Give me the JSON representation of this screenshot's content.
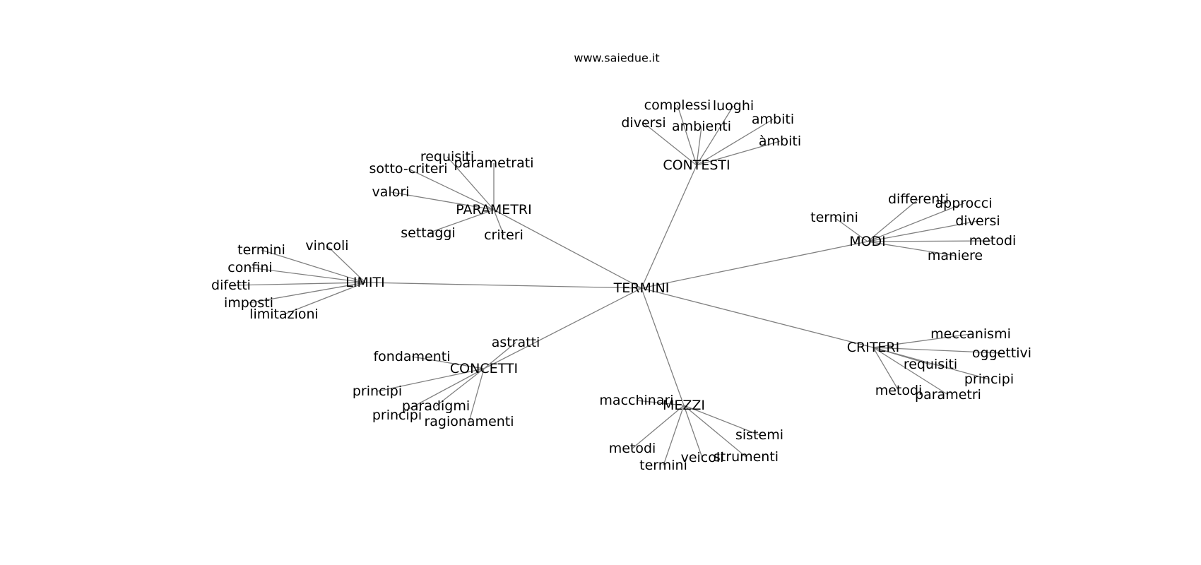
{
  "header": {
    "site": "www.saiedue.it"
  },
  "center": "TERMINI",
  "groups": [
    {
      "key": "contesti",
      "label": "CONTESTI",
      "words": [
        "complessi",
        "luoghi",
        "diversi",
        "ambienti",
        "ambiti",
        "àmbiti"
      ]
    },
    {
      "key": "parametri",
      "label": "PARAMETRI",
      "words": [
        "requisiti",
        "parametrati",
        "sotto-criteri",
        "valori",
        "settaggi",
        "criteri"
      ]
    },
    {
      "key": "modi",
      "label": "MODI",
      "words": [
        "differenti",
        "approcci",
        "termini",
        "diversi",
        "metodi",
        "maniere"
      ]
    },
    {
      "key": "limiti",
      "label": "LIMITI",
      "words": [
        "vincoli",
        "termini",
        "confini",
        "difetti",
        "imposti",
        "limitazioni"
      ]
    },
    {
      "key": "criteri",
      "label": "CRITERI",
      "words": [
        "meccanismi",
        "oggettivi",
        "requisiti",
        "principi",
        "metodi",
        "parametri"
      ]
    },
    {
      "key": "concetti",
      "label": "CONCETTI",
      "words": [
        "astratti",
        "fondamenti",
        "principi",
        "paradigmi",
        "principi",
        "ragionamenti"
      ]
    },
    {
      "key": "mezzi",
      "label": "MEZZI",
      "words": [
        "macchinari",
        "sistemi",
        "strumenti",
        "veicoli",
        "metodi",
        "termini"
      ]
    }
  ]
}
